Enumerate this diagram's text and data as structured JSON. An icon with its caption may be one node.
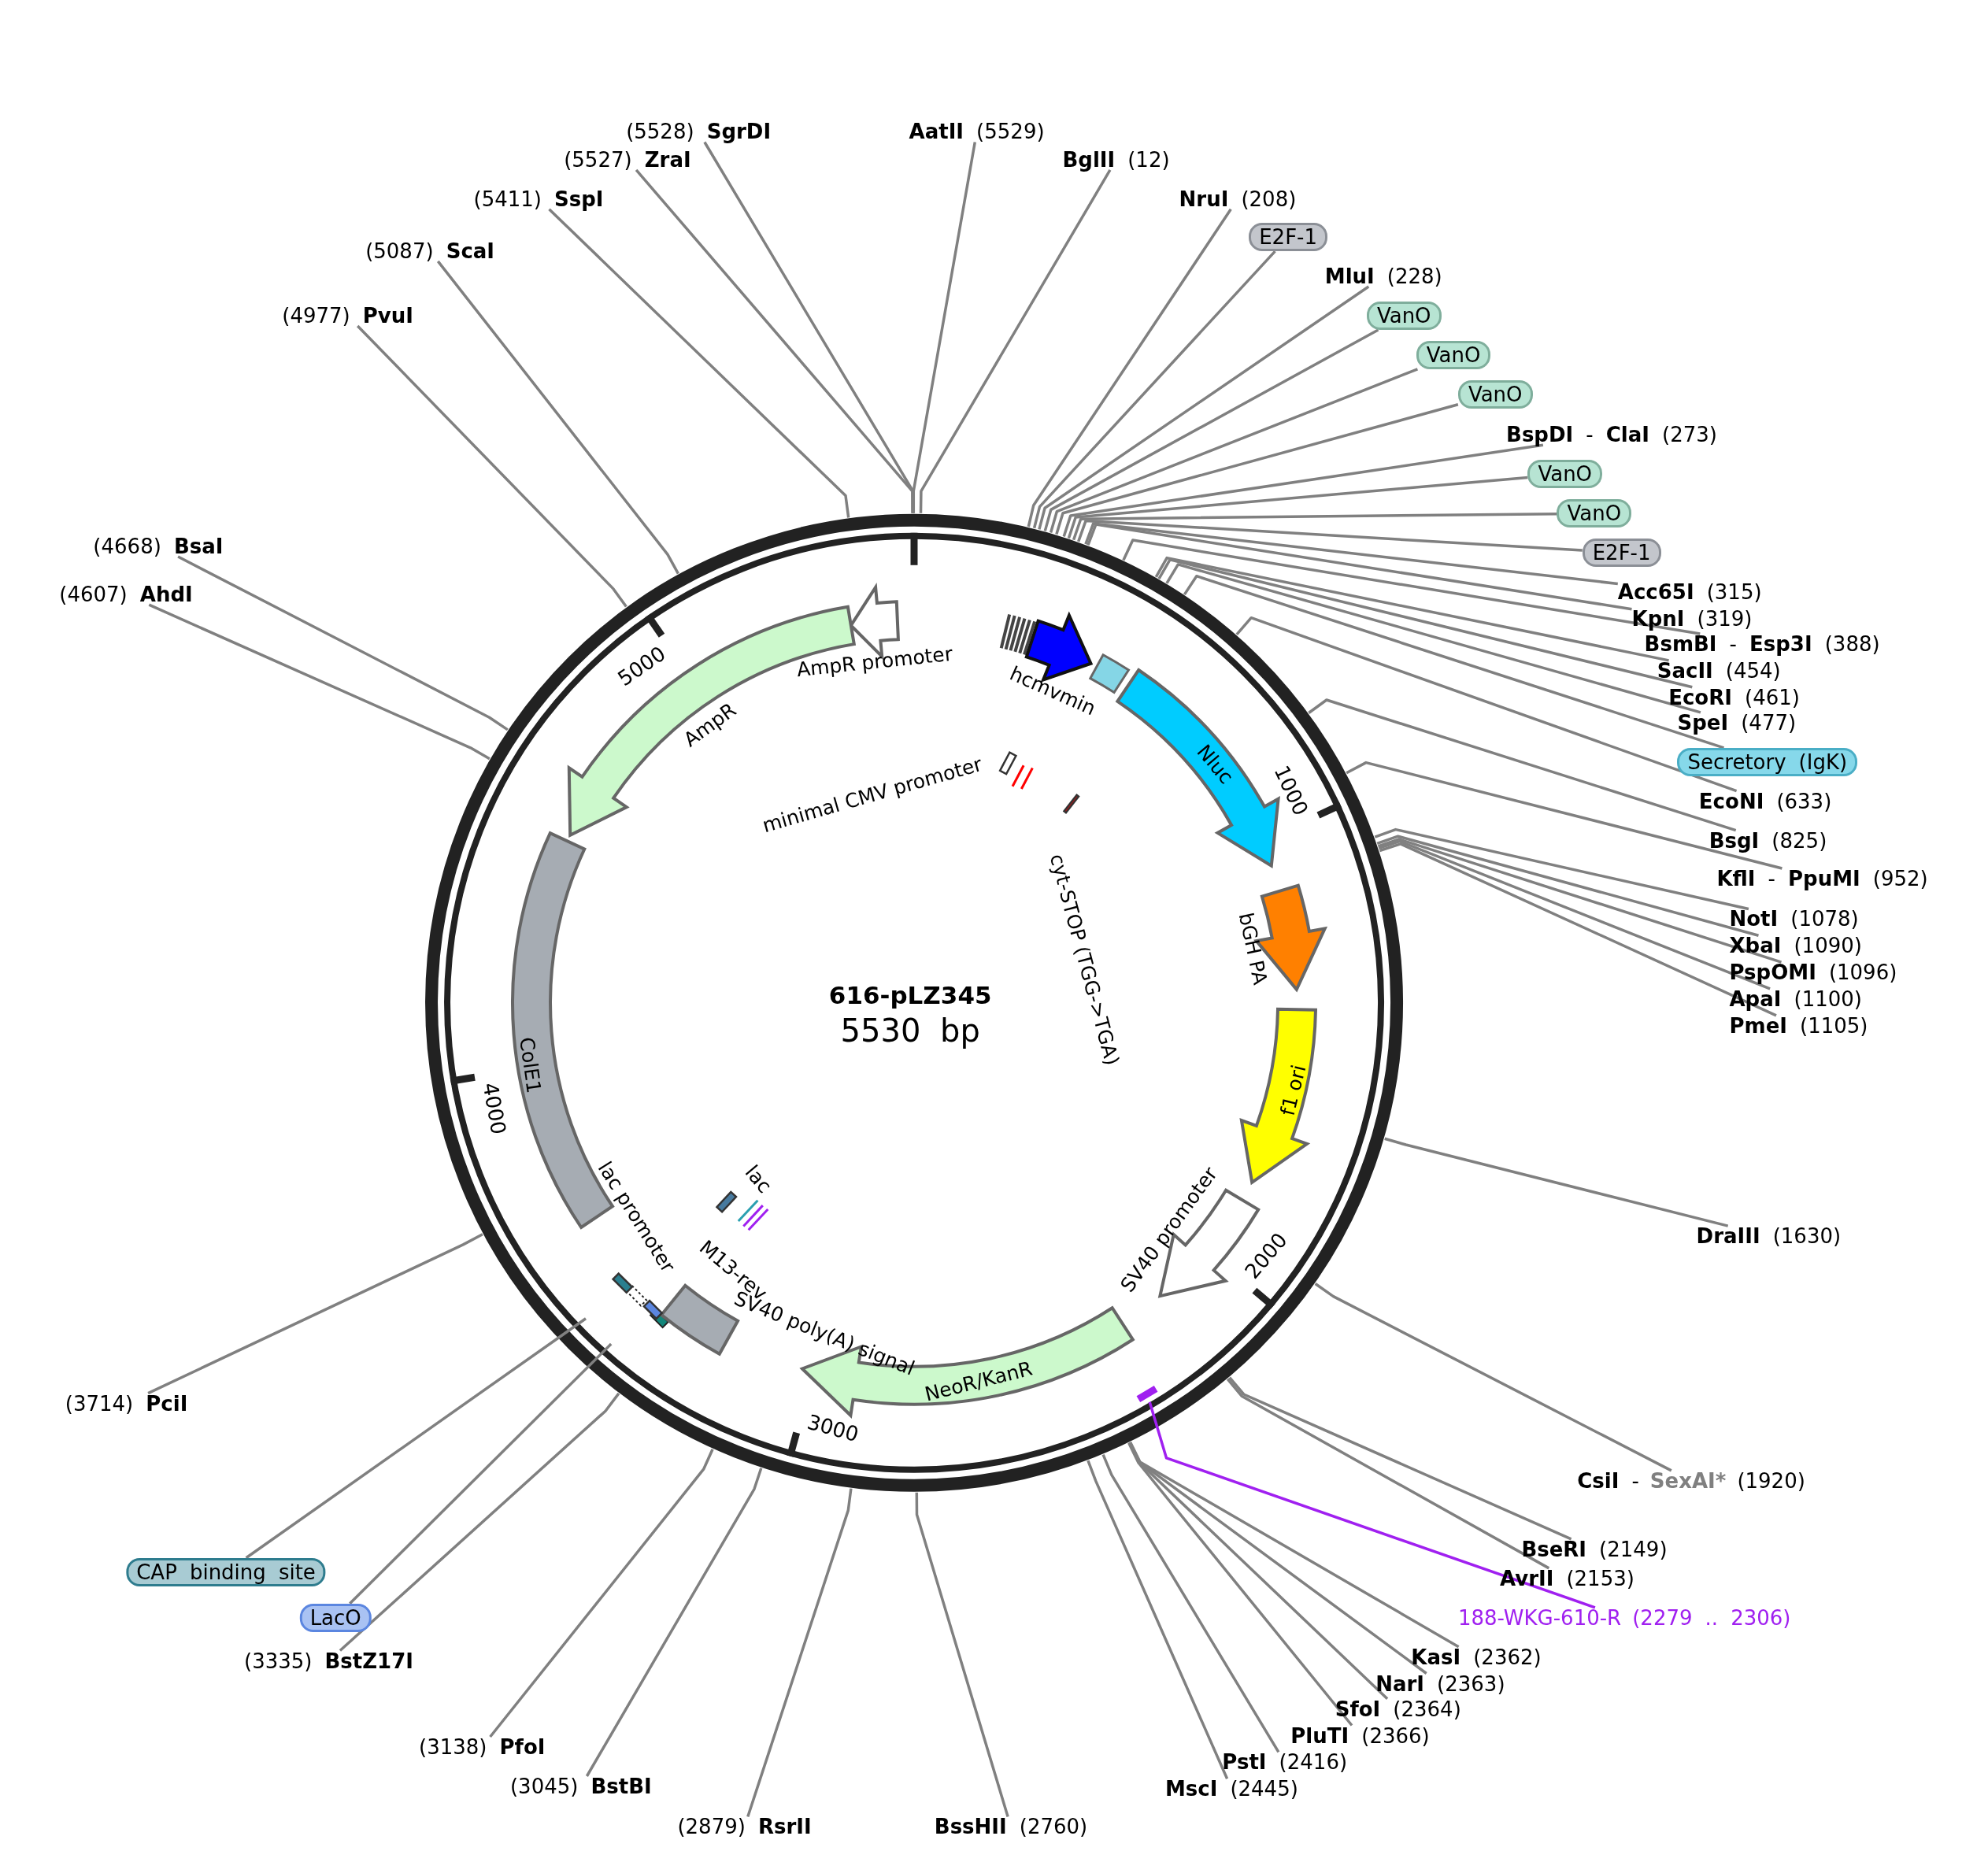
{
  "diagram": {
    "title": "616-pLZ345",
    "nodes": [
      {
        "text": [
          "(5528) **SgrDI**"
        ]
      },
      {
        "text": [
          "**AatII** (5529)"
        ]
      },
      {
        "text": [
          "(5527) **ZraI**"
        ]
      },
      {
        "text": [
          "**BglII** (12)"
        ]
      },
      {
        "text": [
          "(5411) **SspI**"
        ]
      },
      {
        "text": [
          "**NruI** (208)"
        ]
      },
      {
        "text": [
          "E2F-1"
        ]
      },
      {
        "text": [
          "(5087) **ScaI**"
        ]
      },
      {
        "text": [
          "**MluI** (228)"
        ]
      },
      {
        "text": [
          "VanO"
        ]
      },
      {
        "text": [
          "(4977) **PvuI**"
        ]
      },
      {
        "text": [
          "VanO"
        ]
      },
      {
        "text": [
          "VanO"
        ]
      },
      {
        "text": [
          "**BspDI** - **ClaI** (273)"
        ]
      },
      {
        "text": [
          "VanO"
        ]
      },
      {
        "text": [
          "VanO"
        ]
      },
      {
        "text": [
          "(4668) **BsaI**"
        ]
      },
      {
        "text": [
          "E2F-1"
        ]
      },
      {
        "text": [
          "**Acc65I** (315)"
        ]
      },
      {
        "text": [
          "(4607) **AhdI**"
        ]
      },
      {
        "text": [
          "**KpnI** (319)"
        ]
      },
      {
        "text": [
          "**BsmBI** - **Esp3I** (388)"
        ]
      },
      {
        "text": [
          "**SacII** (454)"
        ]
      },
      {
        "text": [
          "**EcoRI** (461)"
        ]
      },
      {
        "text": [
          "**SpeI** (477)"
        ]
      },
      {
        "text": [
          "Secretory (IgK)"
        ]
      },
      {
        "text": [
          "**EcoNI** (633)"
        ]
      },
      {
        "text": [
          "**BsgI** (825)"
        ]
      },
      {
        "text": [
          "**KflI** - **PpuMI** (952)"
        ]
      },
      {
        "text": [
          "**NotI** (1078)"
        ]
      },
      {
        "text": [
          "**XbaI** (1090)"
        ]
      },
      {
        "text": [
          "**PspOMI** (1096)"
        ]
      },
      {
        "text": [
          "**ApaI** (1100)"
        ]
      },
      {
        "text": [
          "**PmeI** (1105)"
        ]
      },
      {
        "text": [
          "**DraIII** (1630)"
        ]
      },
      {
        "text": [
          "(3714) **PciI**"
        ]
      },
      {
        "text": [
          "**CsiI** -",
          "SexAI*",
          "(1920)"
        ]
      },
      {
        "text": [
          "**BseRI** (2149)"
        ]
      },
      {
        "text": [
          "CAP binding site"
        ]
      },
      {
        "text": [
          "**AvrII** (2153)"
        ]
      },
      {
        "text": [
          "LacO"
        ]
      },
      {
        "text": [
          "188-WKG-610-R",
          "(2279 .. 2306)"
        ]
      },
      {
        "text": [
          "**KasI** (2362)"
        ]
      },
      {
        "text": [
          "(3335) **BstZ17I**"
        ]
      },
      {
        "text": [
          "**NarI** (2363)"
        ]
      },
      {
        "text": [
          "**SfoI** (2364)"
        ]
      },
      {
        "text": [
          "**PluTI** (2366)"
        ]
      },
      {
        "text": [
          "(3138) **PfoI**"
        ]
      },
      {
        "text": [
          "**PstI** (2416)"
        ]
      },
      {
        "text": [
          "(3045) **BstBI**"
        ]
      },
      {
        "text": [
          "**MscI** (2445)"
        ]
      },
      {
        "text": [
          "(2879) **RsrII**"
        ]
      },
      {
        "text": [
          "**BssHII** (2760)"
        ]
      },
      {
        "text": [],
        "shape": "bar"
      },
      {
        "text": [
          "AmpR promoter"
        ]
      },
      {
        "text": [
          "AmpR"
        ]
      },
      {
        "text": [
          "hcmvmin"
        ]
      },
      {
        "text": [
          "Nluc"
        ]
      },
      {
        "text": [
          "bGH PA"
        ]
      },
      {
        "text": [
          "f1 ori"
        ]
      },
      {
        "text": [
          "SV40 promoter"
        ]
      },
      {
        "text": [
          "NeoR/KanR"
        ]
      },
      {
        "text": [
          "SV40 poly(A) signal"
        ]
      },
      {
        "text": [
          "ColE1"
        ]
      },
      {
        "text": [
          "lac promoter"
        ]
      },
      {
        "text": [
          "M13-rev"
        ]
      },
      {
        "text": [
          "lac"
        ]
      },
      {
        "text": [
          "minimal CMV promoter"
        ]
      },
      {
        "text": [
          "cyt-STOP (TGG->TGA)"
        ]
      }
    ],
    "edges": [
      {
        "from": 0,
        "to": null,
        "arrow": "none"
      },
      {
        "from": 1,
        "to": null,
        "arrow": "none"
      },
      {
        "from": 2,
        "to": null,
        "arrow": "none"
      },
      {
        "from": 3,
        "to": null,
        "arrow": "none"
      },
      {
        "from": 4,
        "to": null,
        "arrow": "none"
      },
      {
        "from": 5,
        "to": null,
        "arrow": "none"
      },
      {
        "from": 6,
        "to": null,
        "arrow": "none"
      },
      {
        "from": 7,
        "to": null,
        "arrow": "none"
      },
      {
        "from": 8,
        "to": null,
        "arrow": "none"
      },
      {
        "from": 9,
        "to": null,
        "arrow": "none"
      },
      {
        "from": 10,
        "to": null,
        "arrow": "none"
      },
      {
        "from": 11,
        "to": null,
        "arrow": "none"
      },
      {
        "from": 12,
        "to": null,
        "arrow": "none"
      },
      {
        "from": 13,
        "to": null,
        "arrow": "none"
      },
      {
        "from": 14,
        "to": null,
        "arrow": "none"
      },
      {
        "from": 15,
        "to": null,
        "arrow": "none"
      },
      {
        "from": 16,
        "to": null,
        "arrow": "none"
      },
      {
        "from": 17,
        "to": null,
        "arrow": "none"
      },
      {
        "from": 18,
        "to": null,
        "arrow": "none"
      },
      {
        "from": 19,
        "to": null,
        "arrow": "none"
      },
      {
        "from": 20,
        "to": null,
        "arrow": "none"
      },
      {
        "from": 21,
        "to": null,
        "arrow": "none"
      },
      {
        "from": 22,
        "to": null,
        "arrow": "none"
      },
      {
        "from": 23,
        "to": null,
        "arrow": "none"
      },
      {
        "from": 24,
        "to": null,
        "arrow": "none"
      },
      {
        "from": 25,
        "to": null,
        "arrow": "none"
      },
      {
        "from": 26,
        "to": null,
        "arrow": "none"
      },
      {
        "from": 27,
        "to": null,
        "arrow": "none"
      },
      {
        "from": 28,
        "to": null,
        "arrow": "none"
      },
      {
        "from": 29,
        "to": null,
        "arrow": "none"
      },
      {
        "from": 30,
        "to": null,
        "arrow": "none"
      },
      {
        "from": 31,
        "to": null,
        "arrow": "none"
      },
      {
        "from": 32,
        "to": null,
        "arrow": "none"
      },
      {
        "from": 33,
        "to": null,
        "arrow": "none"
      },
      {
        "from": 34,
        "to": null,
        "arrow": "none"
      },
      {
        "from": 35,
        "to": null,
        "arrow": "none"
      },
      {
        "from": 36,
        "to": null,
        "arrow": "none"
      },
      {
        "from": 37,
        "to": null,
        "arrow": "none"
      },
      {
        "from": 38,
        "to": null,
        "arrow": "none"
      },
      {
        "from": 39,
        "to": null,
        "arrow": "none"
      },
      {
        "from": 40,
        "to": null,
        "arrow": "none"
      },
      {
        "from": 41,
        "to": 53,
        "arrow": "none",
        "color": "#a020f0"
      },
      {
        "from": 42,
        "to": null,
        "arrow": "none"
      },
      {
        "from": 43,
        "to": null,
        "arrow": "none"
      },
      {
        "from": 44,
        "to": null,
        "arrow": "none"
      },
      {
        "from": 45,
        "to": null,
        "arrow": "none"
      },
      {
        "from": 46,
        "to": null,
        "arrow": "none"
      },
      {
        "from": 47,
        "to": null,
        "arrow": "none"
      },
      {
        "from": 48,
        "to": null,
        "arrow": "none"
      },
      {
        "from": 49,
        "to": null,
        "arrow": "none"
      },
      {
        "from": 50,
        "to": null,
        "arrow": "none"
      },
      {
        "from": 51,
        "to": null,
        "arrow": "none"
      },
      {
        "from": 52,
        "to": null,
        "arrow": "none"
      }
    ],
    "labels": [
      "5530 bp",
      "5000",
      "1000",
      "4000",
      "2000",
      "3000"
    ]
  }
}
